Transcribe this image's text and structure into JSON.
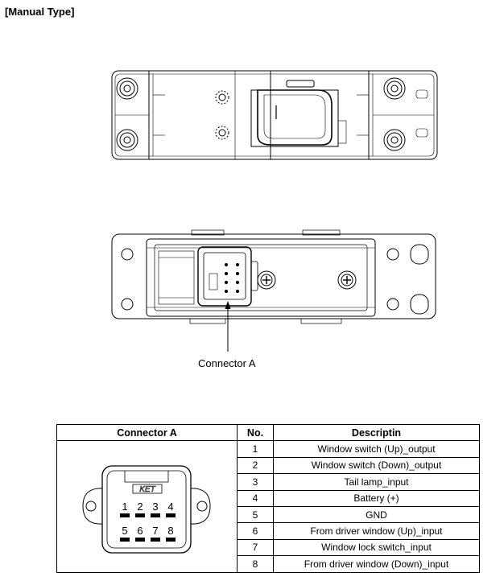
{
  "title": "[Manual Type]",
  "callout_label": "Connector A",
  "table": {
    "headers": [
      "Connector A",
      "No.",
      "Descriptin"
    ],
    "rows": [
      {
        "no": "1",
        "desc": "Window switch (Up)_output"
      },
      {
        "no": "2",
        "desc": "Window switch (Down)_output"
      },
      {
        "no": "3",
        "desc": "Tail lamp_input"
      },
      {
        "no": "4",
        "desc": "Battery (+)"
      },
      {
        "no": "5",
        "desc": "GND"
      },
      {
        "no": "6",
        "desc": "From driver window (Up)_input"
      },
      {
        "no": "7",
        "desc": "Window lock switch_input"
      },
      {
        "no": "8",
        "desc": "From driver window (Down)_input"
      }
    ]
  },
  "connector_face": {
    "brand": "KET",
    "pins_top": [
      "1",
      "2",
      "3",
      "4"
    ],
    "pins_bottom": [
      "5",
      "6",
      "7",
      "8"
    ]
  }
}
